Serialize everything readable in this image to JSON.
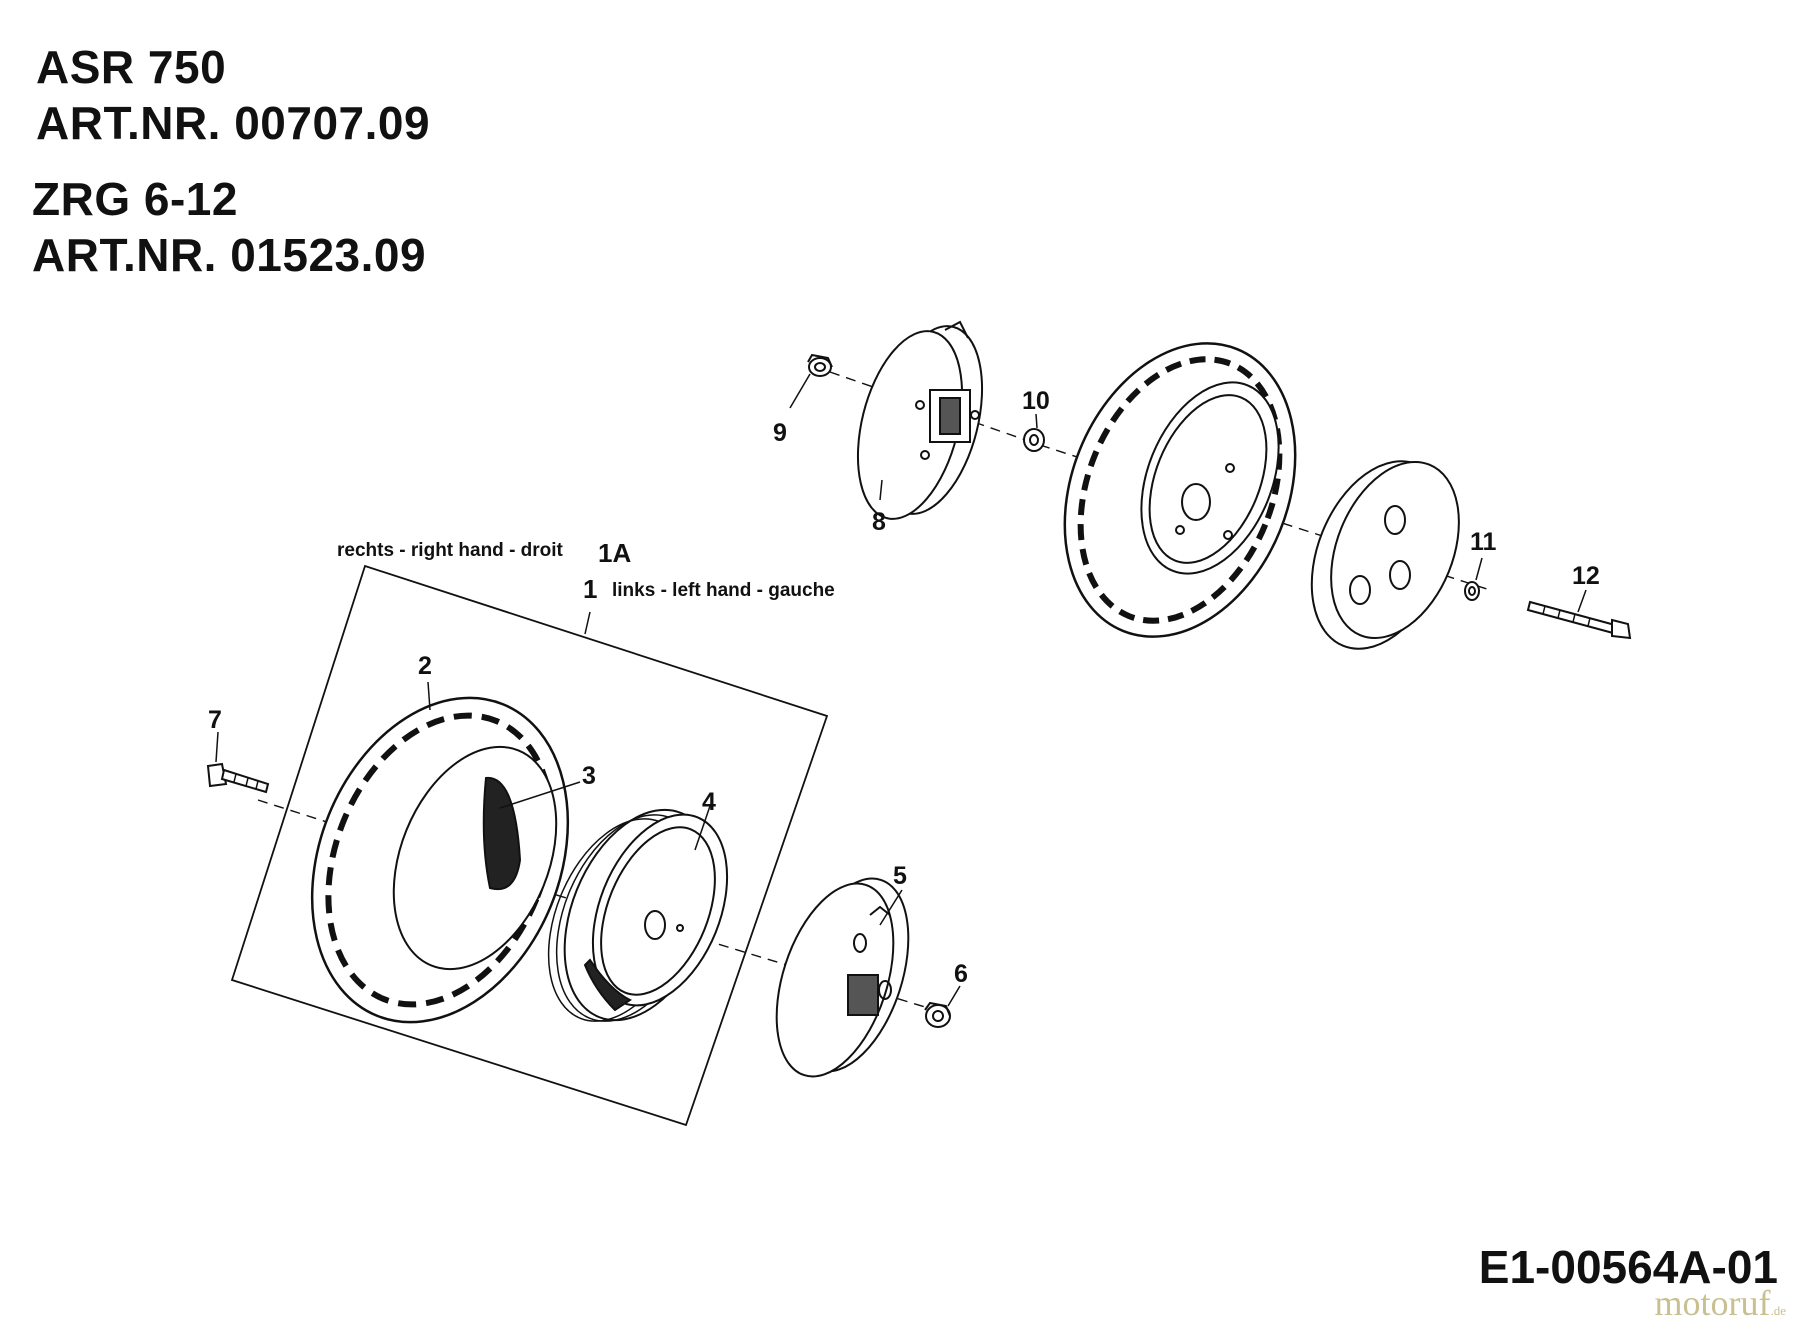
{
  "header": {
    "line1": "ASR 750",
    "line2": "ART.NR. 00707.09",
    "line3": "ZRG 6-12",
    "line4": "ART.NR. 01523.09"
  },
  "group": {
    "right_label": "rechts - right hand - droit",
    "right_code": "1A",
    "left_code": "1",
    "left_label": "links - left hand - gauche"
  },
  "callouts": {
    "c2": "2",
    "c3": "3",
    "c4": "4",
    "c5": "5",
    "c6": "6",
    "c7": "7",
    "c8": "8",
    "c9": "9",
    "c10": "10",
    "c11": "11",
    "c12": "12"
  },
  "footer": {
    "drawing_code": "E1-00564A-01",
    "watermark": "motoruf",
    "watermark_suffix": ".de"
  }
}
